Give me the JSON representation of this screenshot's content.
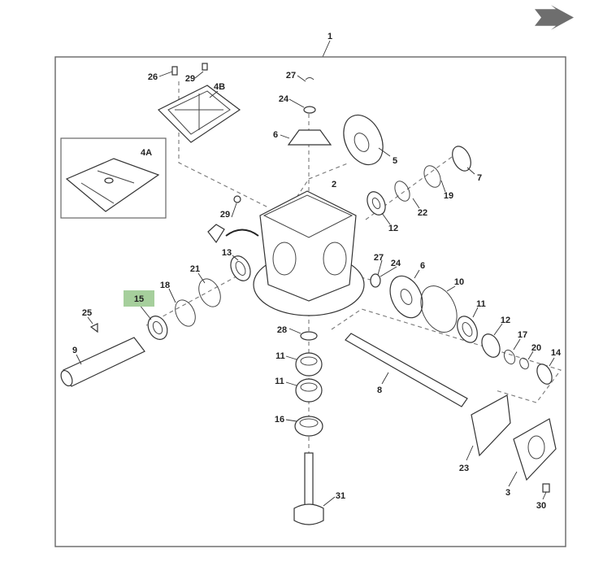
{
  "diagram": {
    "title_callout": "1",
    "highlighted_part": "15",
    "highlight_color": "#a6cf9c",
    "arrow_color": "#6e6e6e",
    "labels": [
      "1",
      "26",
      "29",
      "4B",
      "27",
      "24",
      "6",
      "5",
      "7",
      "4A",
      "2",
      "19",
      "22",
      "12",
      "29",
      "13",
      "27",
      "24",
      "6",
      "21",
      "18",
      "15",
      "10",
      "11",
      "25",
      "12",
      "17",
      "20",
      "14",
      "28",
      "9",
      "11",
      "11",
      "8",
      "16",
      "31",
      "23",
      "3",
      "30"
    ]
  }
}
